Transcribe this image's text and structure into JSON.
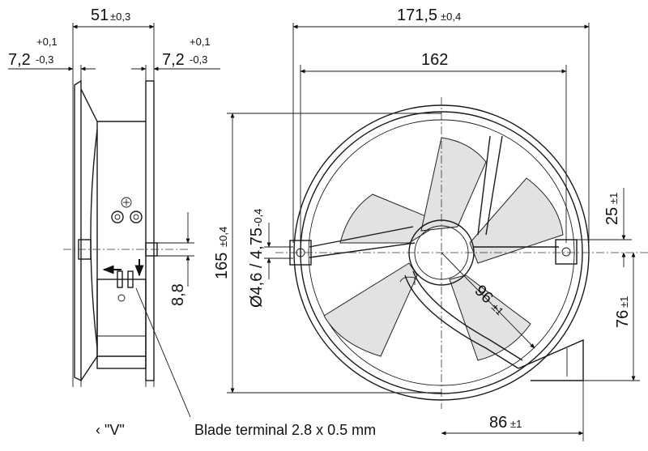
{
  "dimensions": {
    "side_depth": "51",
    "side_depth_tol": "±0,3",
    "flange_left": "7,2",
    "flange_left_tol_plus": "+0,1",
    "flange_left_tol_minus": "-0,3",
    "flange_right": "7,2",
    "flange_right_tol_plus": "+0,1",
    "flange_right_tol_minus": "-0,3",
    "overall_width": "171,5",
    "overall_width_tol": "±0,4",
    "hole_spacing": "162",
    "height": "165",
    "height_tol": "±0,4",
    "hole_diameter": "Ø4,6 / 4,75",
    "hole_diameter_tol": "-0,4",
    "terminal_offset": "8,8",
    "radius": "96",
    "radius_tol": "±1",
    "top_offset": "25",
    "top_offset_tol": "±1",
    "right_height": "76",
    "right_height_tol": "±1",
    "bottom_width": "86",
    "bottom_width_tol": "±1"
  },
  "labels": {
    "view_marker": "‹ \"V\"",
    "blade_terminal": "Blade terminal 2.8 x 0.5 mm"
  }
}
